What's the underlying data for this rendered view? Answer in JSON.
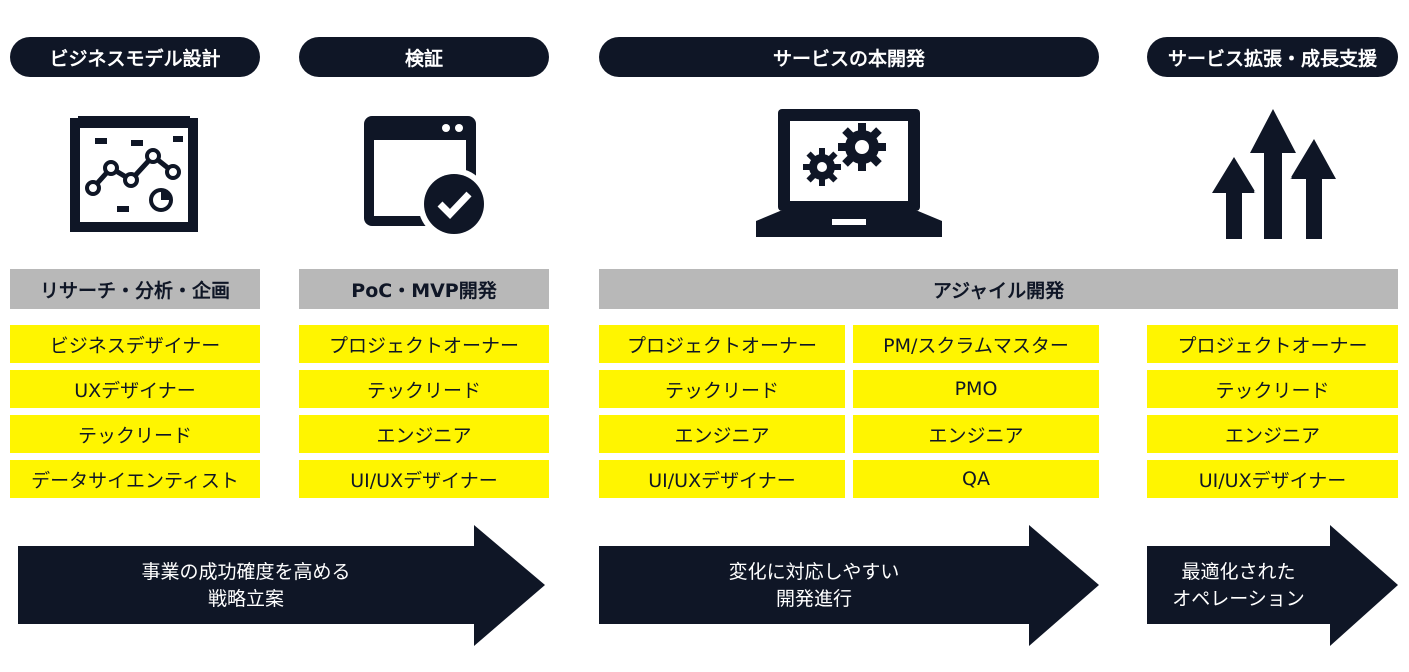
{
  "colors": {
    "navy": "#0f1626",
    "yellow": "#fff500",
    "gray": "#b8b8b8"
  },
  "phases": [
    {
      "title": "ビジネスモデル設計",
      "icon": "whiteboard-chart-icon"
    },
    {
      "title": "検証",
      "icon": "window-check-icon"
    },
    {
      "title": "サービスの本開発",
      "icon": "laptop-gears-icon"
    },
    {
      "title": "サービス拡張・成長支援",
      "icon": "growth-arrows-icon"
    }
  ],
  "processes": {
    "research": "リサーチ・分析・企画",
    "poc": "PoC・MVP開発",
    "agile": "アジャイル開発"
  },
  "roles": {
    "col1": [
      "ビジネスデザイナー",
      "UXデザイナー",
      "テックリード",
      "データサイエンティスト"
    ],
    "col2": [
      "プロジェクトオーナー",
      "テックリード",
      "エンジニア",
      "UI/UXデザイナー"
    ],
    "col3a": [
      "プロジェクトオーナー",
      "テックリード",
      "エンジニア",
      "UI/UXデザイナー"
    ],
    "col3b": [
      "PM/スクラムマスター",
      "PMO",
      "エンジニア",
      "QA"
    ],
    "col4": [
      "プロジェクトオーナー",
      "テックリード",
      "エンジニア",
      "UI/UXデザイナー"
    ]
  },
  "outcomes": [
    {
      "line1": "事業の成功確度を高める",
      "line2": "戦略立案"
    },
    {
      "line1": "変化に対応しやすい",
      "line2": "開発進行"
    },
    {
      "line1": "最適化された",
      "line2": "オペレーション"
    }
  ]
}
